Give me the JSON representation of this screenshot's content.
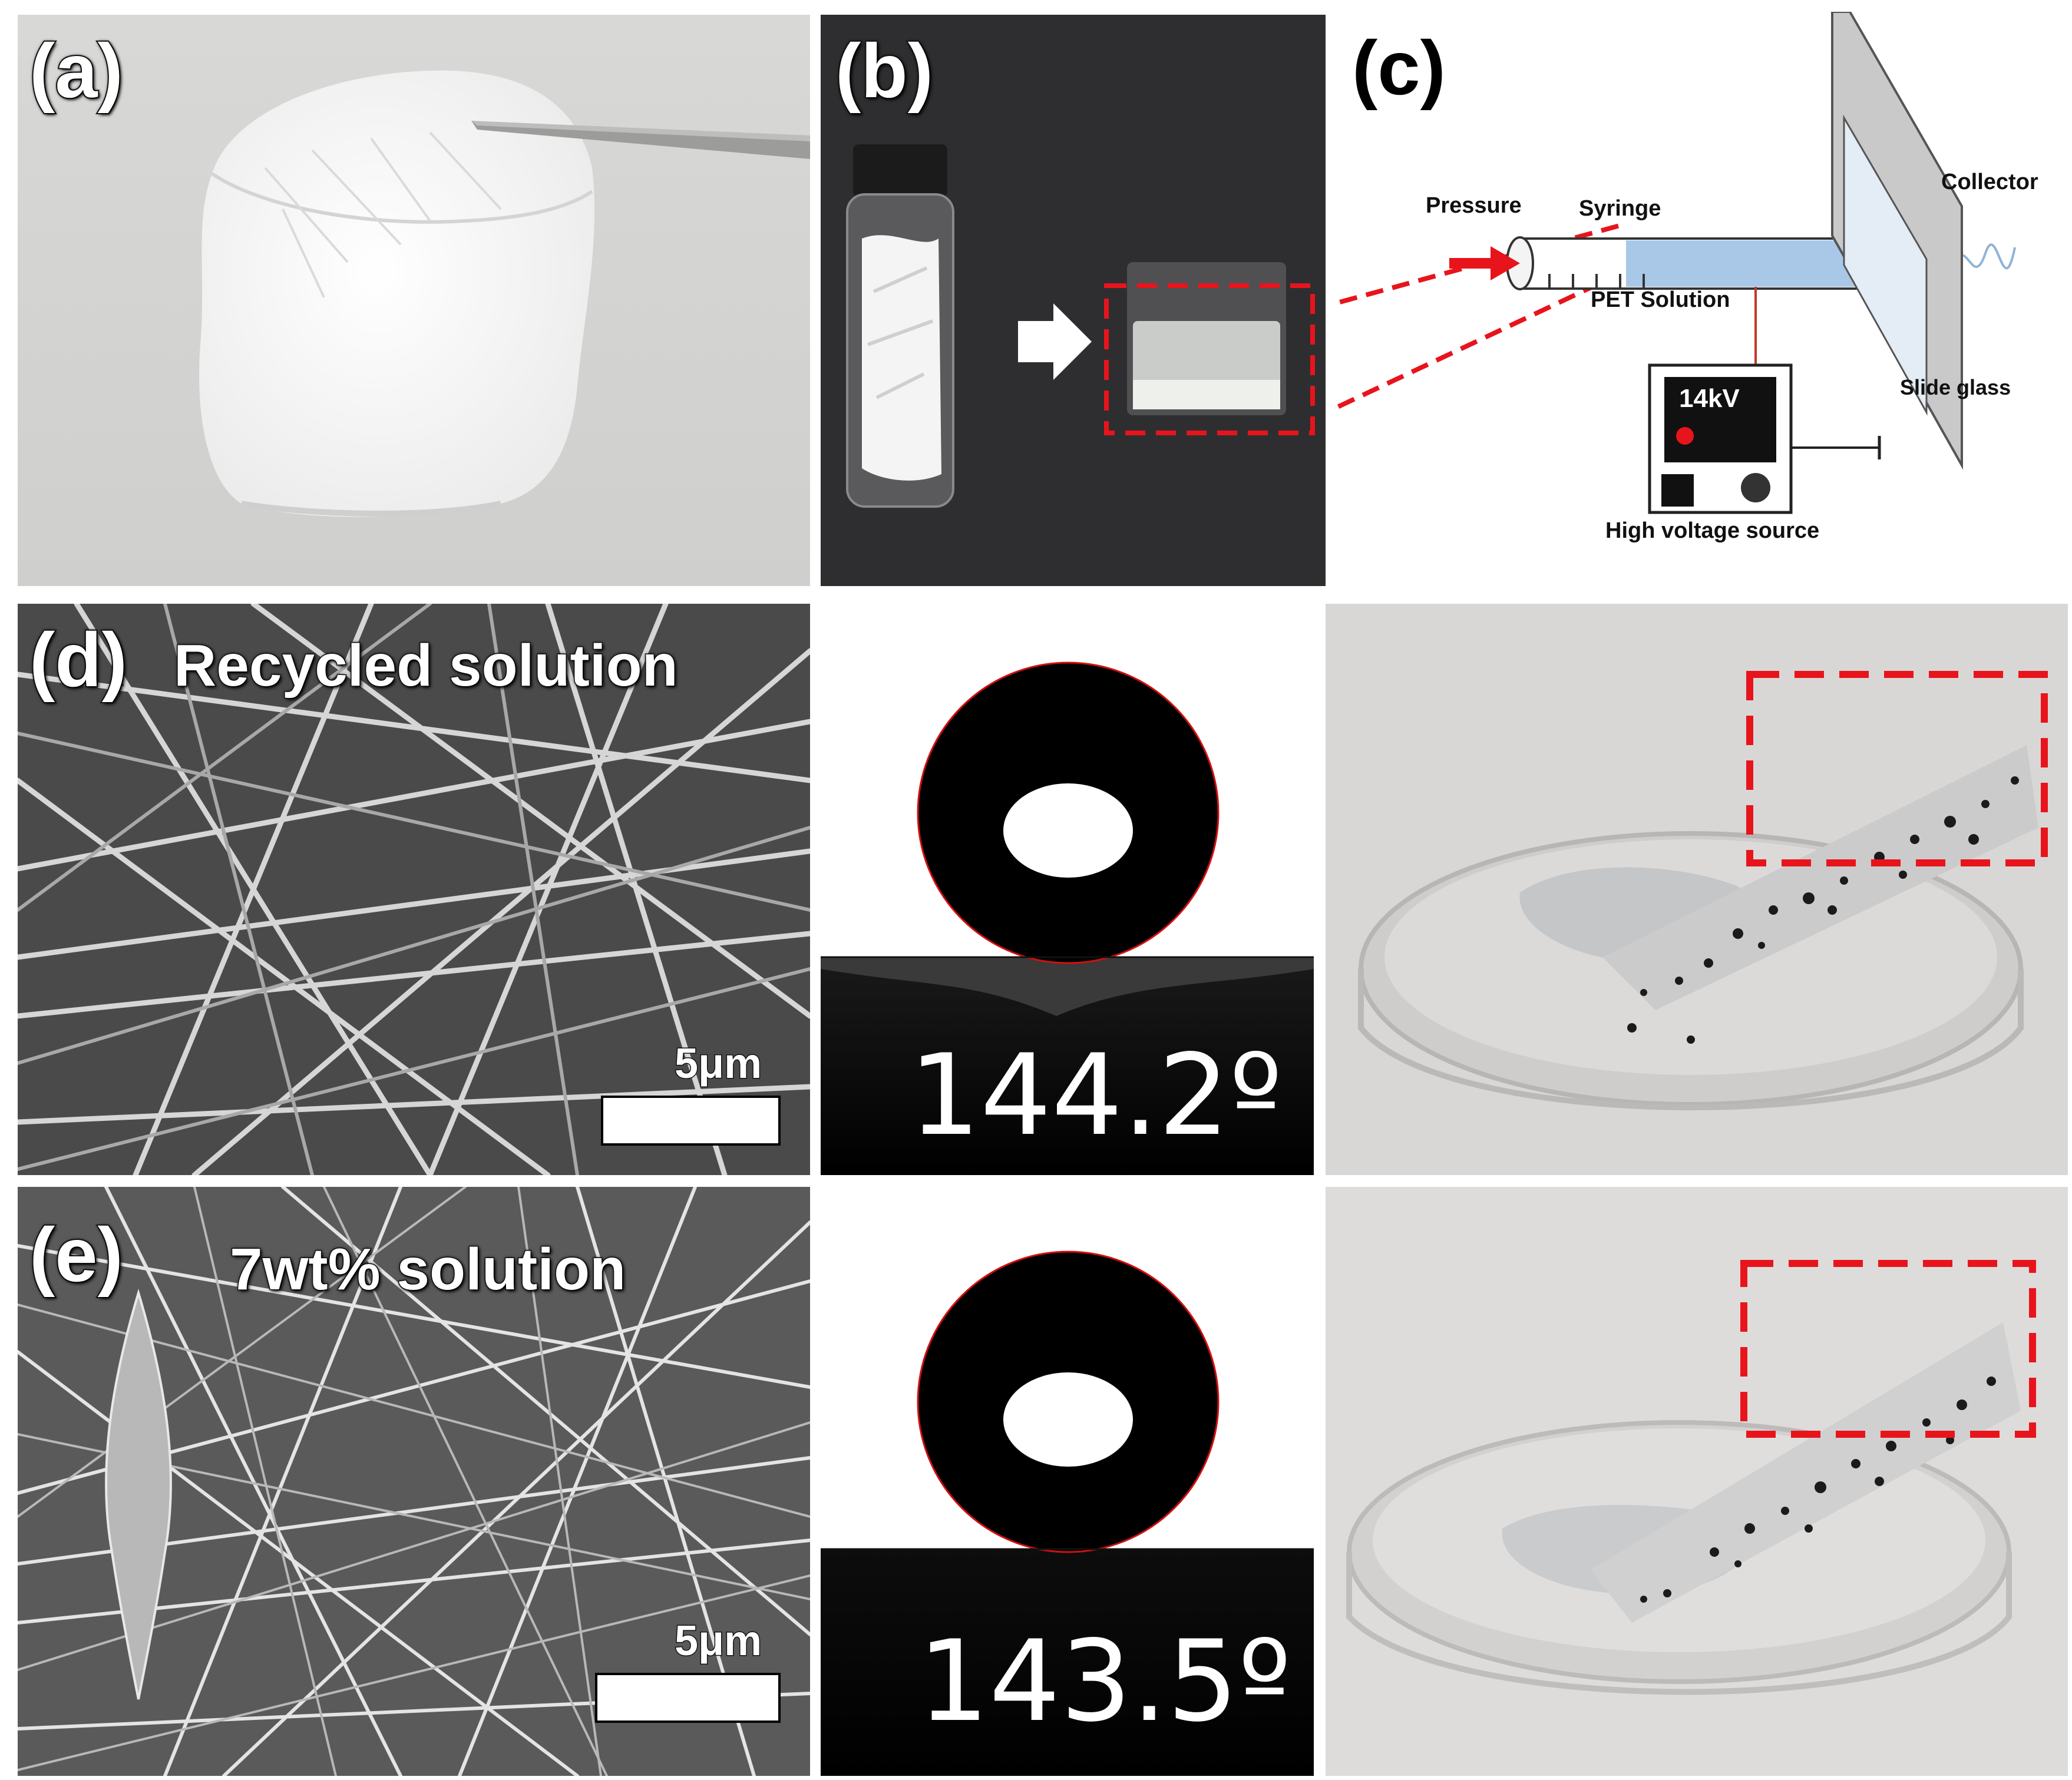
{
  "figure": {
    "panel_a": {
      "label": "(a)"
    },
    "panel_b": {
      "label": "(b)"
    },
    "panel_c": {
      "label": "(c)",
      "parts": {
        "pressure": "Pressure",
        "syringe": "Syringe",
        "solution": "PET Solution",
        "collector": "Collector",
        "voltage": "14kV",
        "slide_glass": "Slide glass",
        "source": "High voltage source"
      }
    },
    "panel_d": {
      "label": "(d)",
      "caption": "Recycled solution",
      "scale": "5μm",
      "contact_angle": "144.2º"
    },
    "panel_e": {
      "label": "(e)",
      "caption": "7wt% solution",
      "scale": "5μm",
      "contact_angle": "143.5º"
    },
    "colors": {
      "accent_red": "#e8141c",
      "background": "#ffffff"
    }
  }
}
